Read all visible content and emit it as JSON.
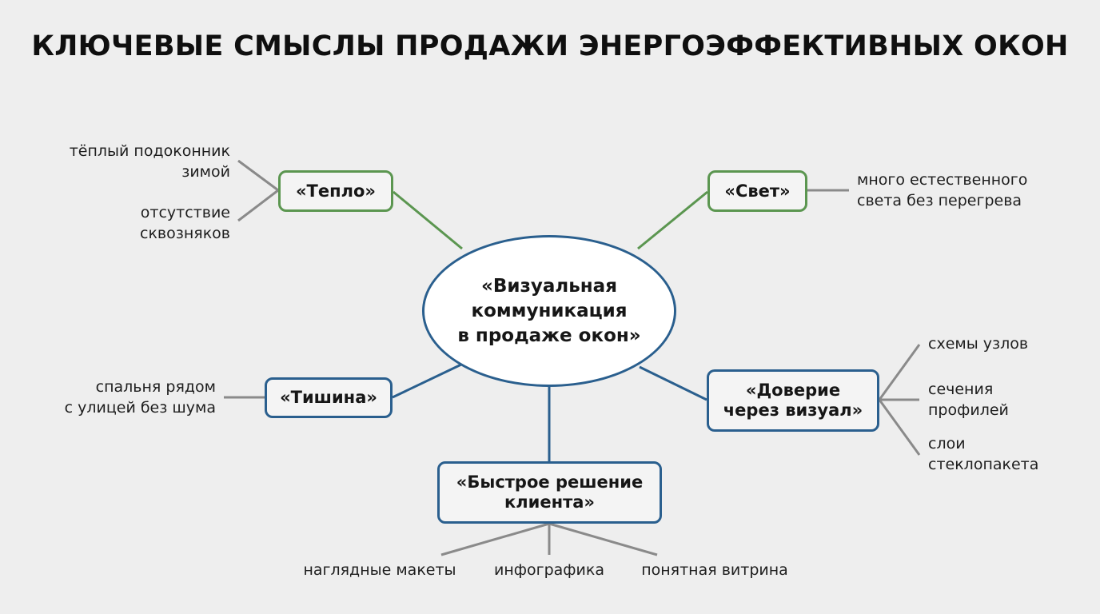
{
  "title": "КЛЮЧЕВЫЕ СМЫСЛЫ ПРОДАЖИ ЭНЕРГОЭФФЕКТИВНЫХ ОКОН",
  "center": {
    "line1": "«Визуальная",
    "line2": "коммуникация",
    "line3": "в продаже окон»"
  },
  "nodes": {
    "teplo": {
      "label": "«Тепло»"
    },
    "svet": {
      "label": "«Свет»"
    },
    "tishina": {
      "label": "«Тишина»"
    },
    "doverie": {
      "line1": "«Доверие",
      "line2": "через визуал»"
    },
    "bystroe": {
      "line1": "«Быстрое решение",
      "line2": "клиента»"
    }
  },
  "leaves": {
    "teplo": [
      {
        "line1": "тёплый подоконник",
        "line2": "зимой"
      },
      {
        "line1": "отсутствие",
        "line2": "сквозняков"
      }
    ],
    "svet": [
      {
        "line1": "много естественного",
        "line2": "света без перегрева"
      }
    ],
    "tishina": [
      {
        "line1": "спальня рядом",
        "line2": "с улицей без шума"
      }
    ],
    "doverie": [
      {
        "line1": "схемы узлов"
      },
      {
        "line1": "сечения",
        "line2": "профилей"
      },
      {
        "line1": "слои",
        "line2": "стеклопакета"
      }
    ],
    "bystroe": [
      {
        "line1": "наглядные макеты"
      },
      {
        "line1": "инфографика"
      },
      {
        "line1": "понятная витрина"
      }
    ]
  },
  "colors": {
    "green": "#5b9650",
    "blue": "#2a5f8e",
    "leaf_line": "#8a8a8a"
  }
}
